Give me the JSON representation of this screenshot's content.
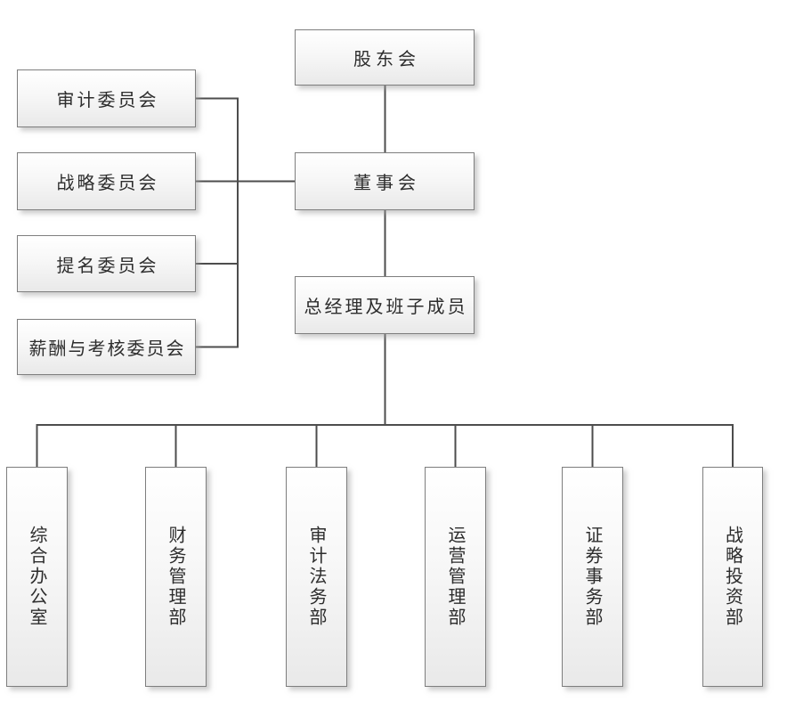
{
  "chart": {
    "type": "org-chart",
    "nodes": {
      "shareholders": "股东会",
      "board": "董事会",
      "general_manager": "总经理及班子成员",
      "committees": [
        "审计委员会",
        "战略委员会",
        "提名委员会",
        "薪酬与考核委员会"
      ],
      "departments": [
        "综合办公室",
        "财务管理部",
        "审计法务部",
        "运营管理部",
        "证券事务部",
        "战略投资部"
      ]
    },
    "colors": {
      "background": "#ffffff",
      "line": "#4d4d4d",
      "box_border": "#7e7e7e",
      "box_fill_top": "#ffffff",
      "box_fill_bottom": "#e9e9e9",
      "text": "#2d2d2d"
    }
  }
}
